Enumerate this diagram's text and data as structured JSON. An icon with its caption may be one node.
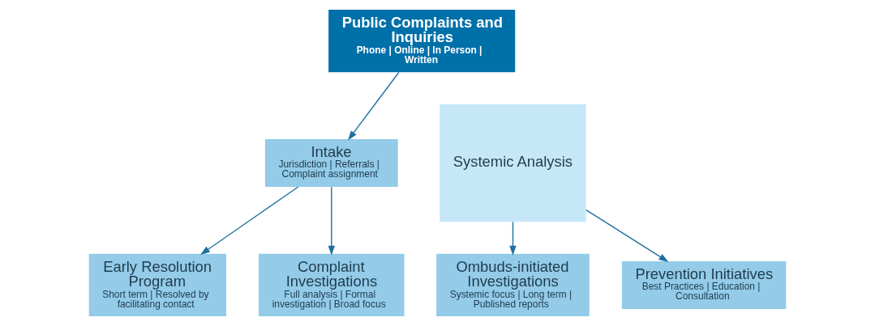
{
  "diagram": {
    "nodes": [
      {
        "text": [
          "Public Complaints and Inquiries",
          "Phone | Online | In Person | Written"
        ]
      },
      {
        "text": [
          "Intake",
          "Jurisdiction | Referrals | Complaint assignment"
        ]
      },
      {
        "text": [
          "Early Resolution Program",
          "Short term | Resolved by facilitating contact"
        ]
      },
      {
        "text": [
          "Complaint Investigations",
          "Full analysis | Formal investigation | Broad focus"
        ]
      },
      {
        "text": [
          "Systemic Analysis"
        ]
      },
      {
        "text": [
          "Ombuds-initiated Investigations",
          "Systemic focus | Long term | Published reports"
        ]
      },
      {
        "text": [
          "Prevention Initiatives",
          "Best Practices | Education | Consultation"
        ]
      }
    ],
    "edges": [
      {
        "from": 0,
        "to": 1,
        "arrow": "to"
      },
      {
        "from": 1,
        "to": 2,
        "arrow": "to"
      },
      {
        "from": 1,
        "to": 3,
        "arrow": "to"
      },
      {
        "from": 4,
        "to": 5,
        "arrow": "to"
      },
      {
        "from": 4,
        "to": 6,
        "arrow": "to"
      }
    ]
  }
}
